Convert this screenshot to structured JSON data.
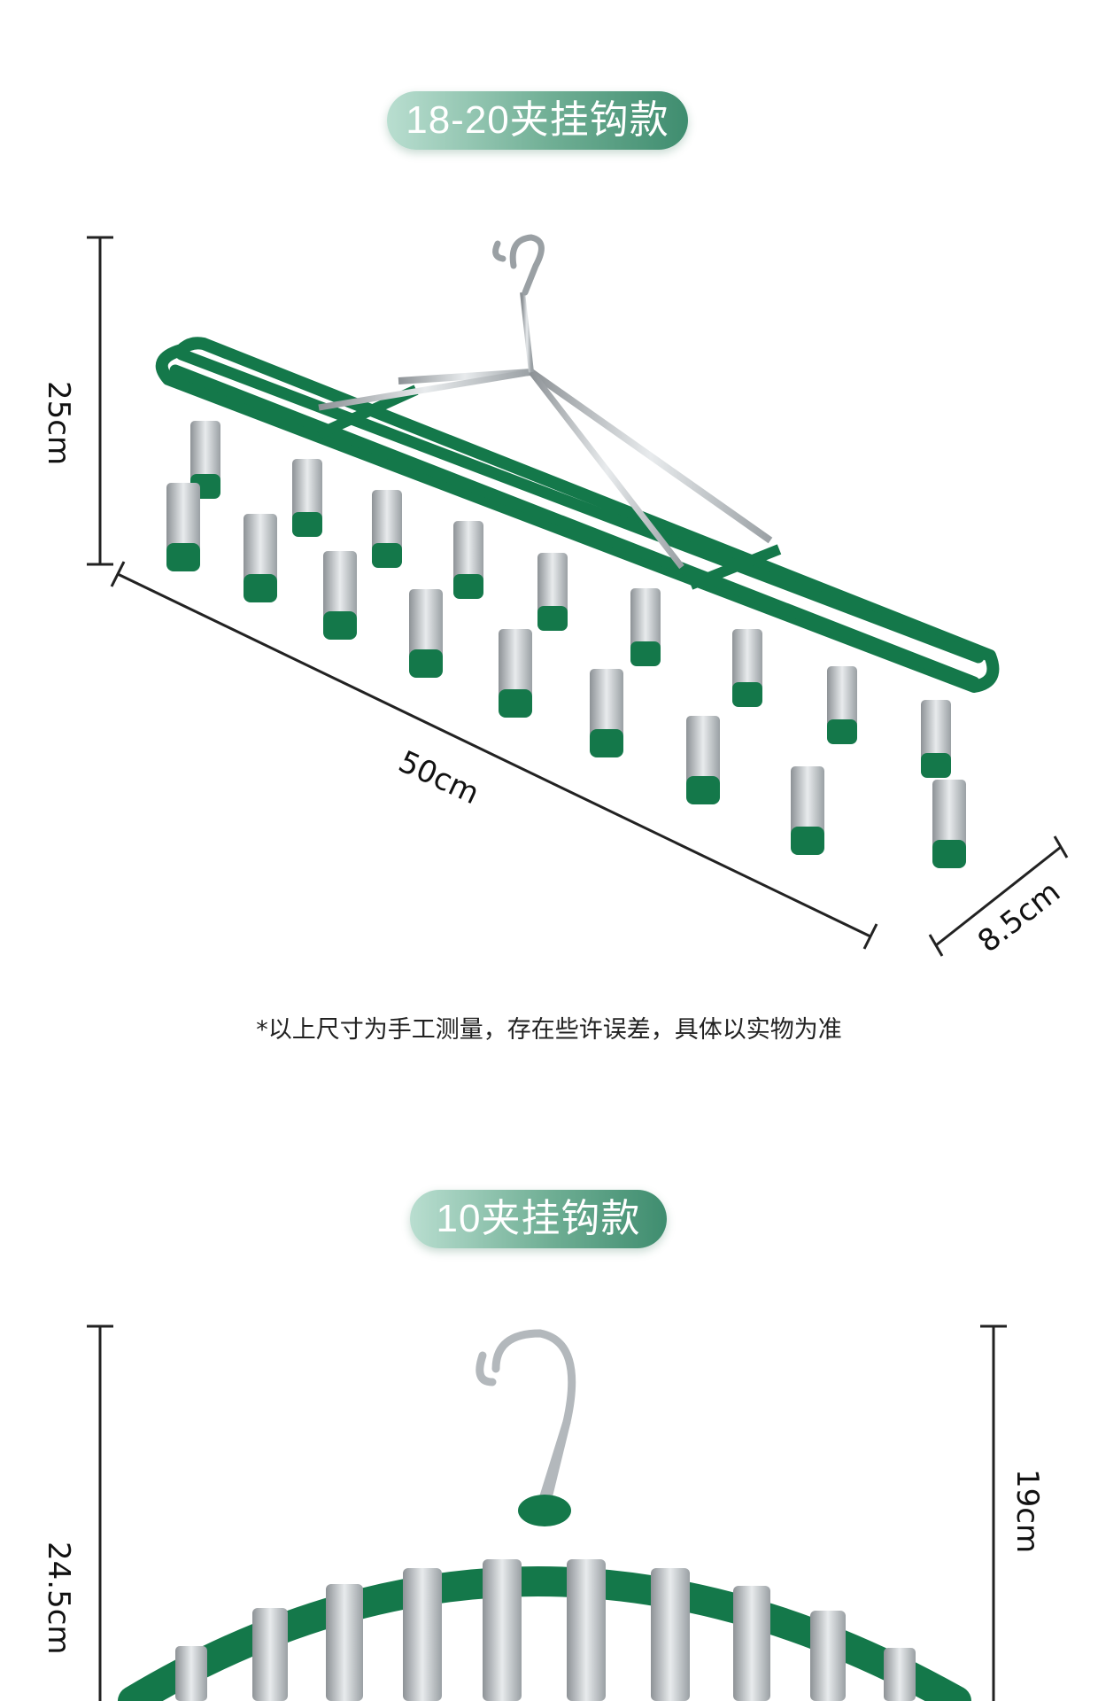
{
  "section1": {
    "badge": "18-20夹挂钩款",
    "height_label": "25cm",
    "length_label": "50cm",
    "depth_label": "8.5cm",
    "note": "*以上尺寸为手工测量，存在些许误差，具体以实物为准"
  },
  "section2": {
    "badge": "10夹挂钩款",
    "total_height_label": "24.5cm",
    "hanger_height_label": "19cm"
  },
  "colors": {
    "frame_green": "#14784a",
    "clip_steel": "#c9cdd1",
    "badge_green": "#3f8d6f"
  },
  "icons": {
    "hook": "s-hook",
    "clip": "clothes-peg"
  }
}
